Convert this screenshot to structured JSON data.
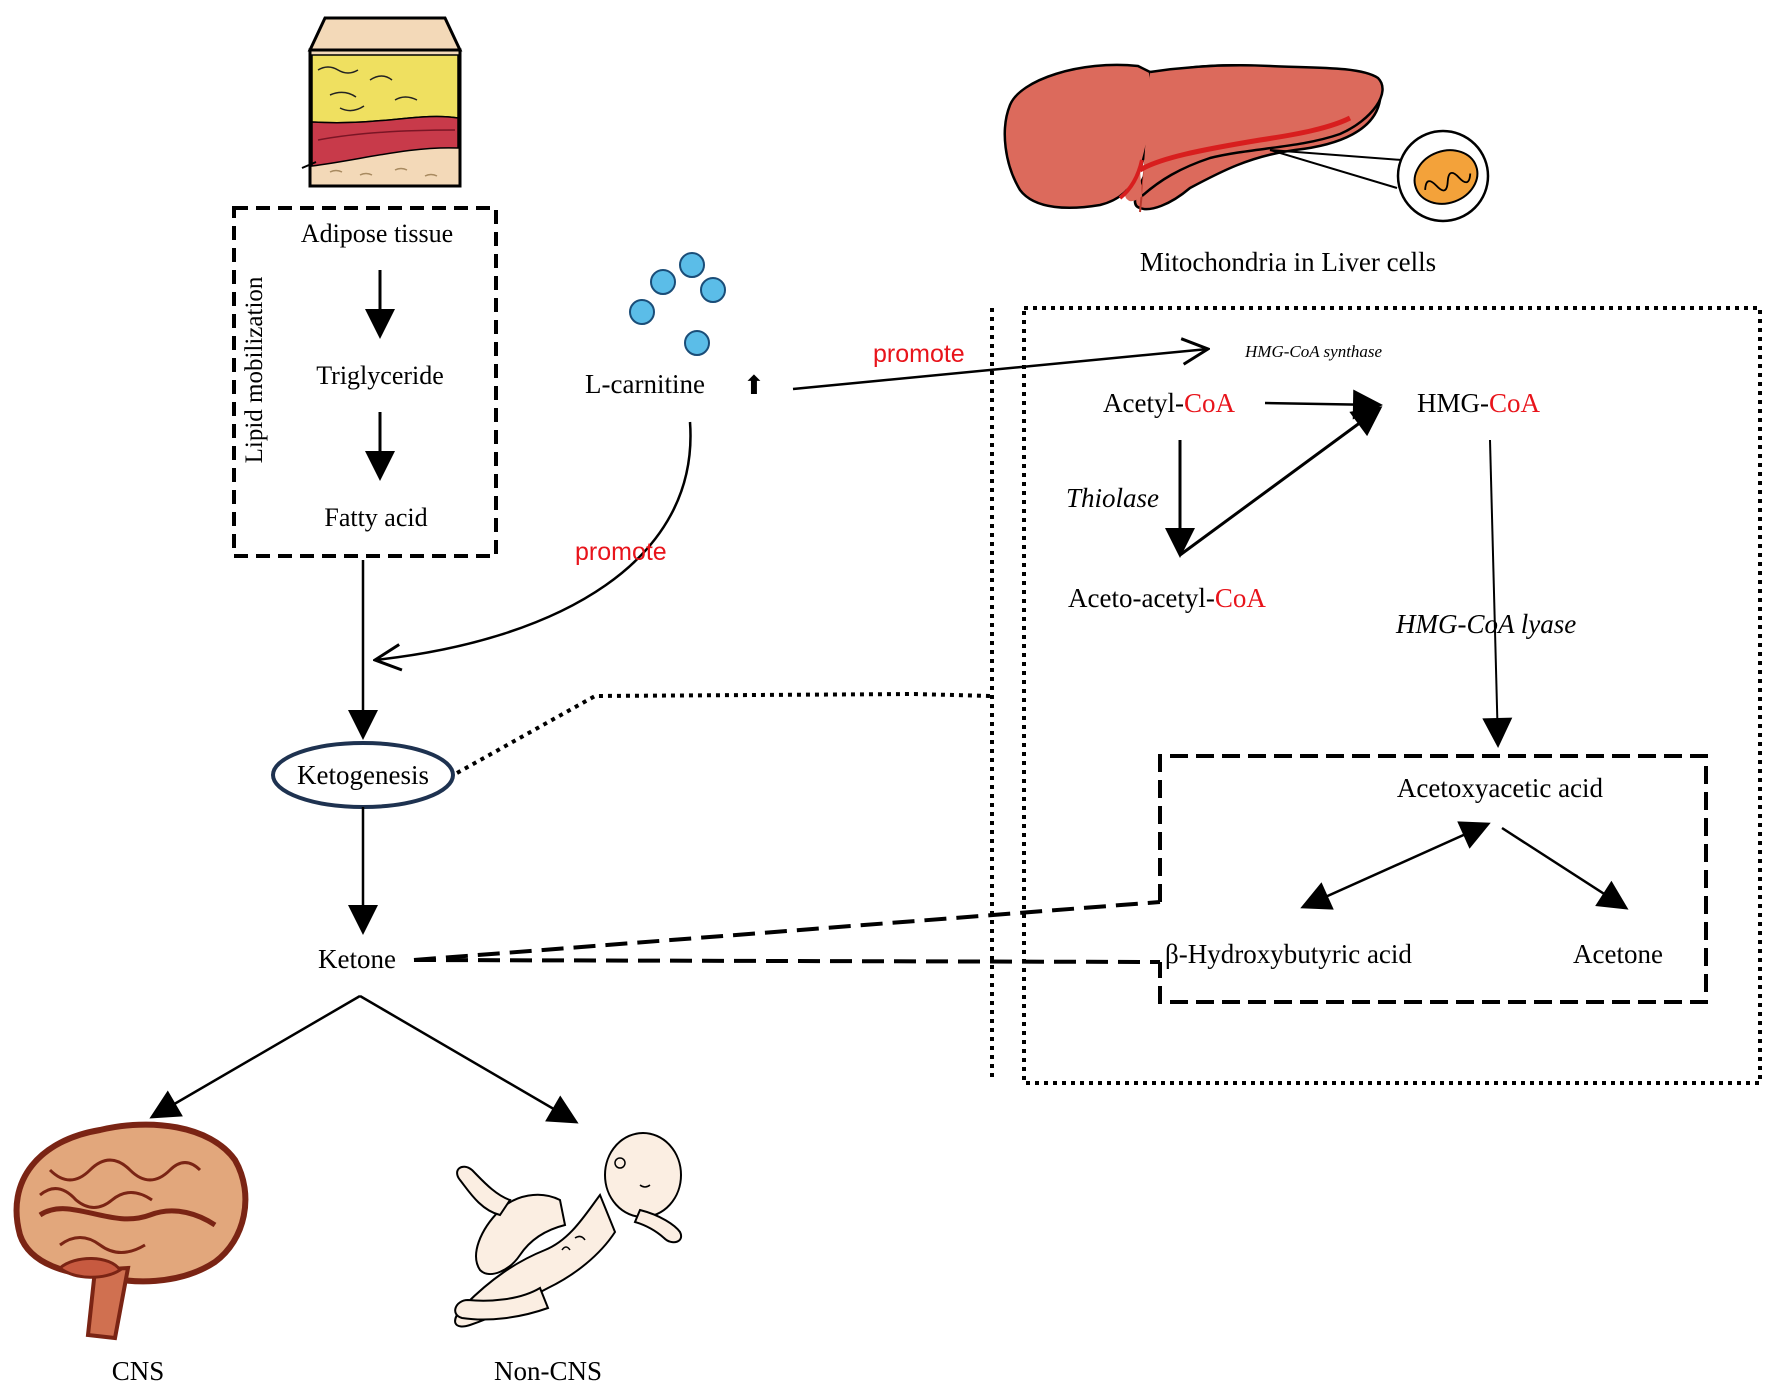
{
  "colors": {
    "line": "#000000",
    "accent_red": "#e8141b",
    "ellipse_stroke": "#1e3250",
    "fat_yellow": "#efe060",
    "muscle_red": "#c83a4a",
    "skin_tan": "#f3d9b8",
    "liver": "#dc6a5c",
    "liver_edge": "#d81e1e",
    "mito_orange": "#f3a23a",
    "bead_blue": "#5bbde8",
    "brain": "#e2a77c",
    "brain_edge": "#7a2414",
    "infant": "#fbeee2"
  },
  "lipid": {
    "side_label": "Lipid mobilization",
    "adipose": "Adipose tissue",
    "triglyceride": "Triglyceride",
    "fatty_acid": "Fatty acid"
  },
  "carnitine": {
    "label": "L-carnitine",
    "up_arrow": "⬆",
    "promote_left": "promote",
    "promote_right": "promote"
  },
  "ketogenesis": "Ketogenesis",
  "ketone": "Ketone",
  "targets": {
    "cns": "CNS",
    "non_cns": "Non-CNS"
  },
  "liver": {
    "caption": "Mitochondria in Liver cells"
  },
  "pathway": {
    "hmg_synthase": "HMG-CoA synthase",
    "acetyl_prefix": "Acetyl-",
    "acetyl_coa": "CoA",
    "hmg_prefix": "HMG-",
    "hmg_coa": "CoA",
    "thiolase": "Thiolase",
    "aceto_prefix": "Aceto-acetyl-",
    "aceto_coa": "CoA",
    "hmg_lyase": "HMG-CoA lyase",
    "acetoxyacetic": "Acetoxyacetic acid",
    "hydroxybutyric": "β-Hydroxybutyric acid",
    "acetone": "Acetone"
  }
}
